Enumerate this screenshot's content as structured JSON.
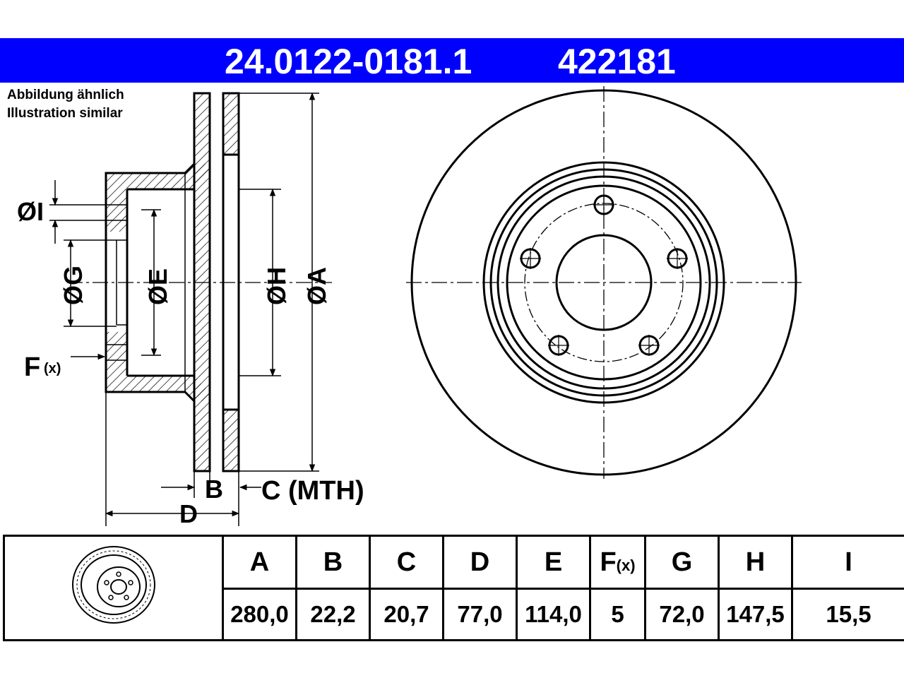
{
  "header": {
    "article_number": "24.0122-0181.1",
    "reference_number": "422181",
    "color": "#0000ff"
  },
  "note": {
    "line1": "Abbildung ähnlich",
    "line2": "Illustration similar"
  },
  "dimension_labels": {
    "dia_i": "ØI",
    "dia_g": "ØG",
    "dia_e": "ØE",
    "dia_h": "ØH",
    "dia_a": "ØA",
    "f_main": "F",
    "f_sub": "(x)",
    "b": "B",
    "c_mth": "C (MTH)",
    "d": "D"
  },
  "table": {
    "headers": [
      "A",
      "B",
      "C",
      "D",
      "E",
      "F",
      "G",
      "H",
      "I"
    ],
    "f_header_sub": "(x)",
    "values": [
      "280,0",
      "22,2",
      "20,7",
      "77,0",
      "114,0",
      "5",
      "72,0",
      "147,5",
      "15,5"
    ]
  }
}
